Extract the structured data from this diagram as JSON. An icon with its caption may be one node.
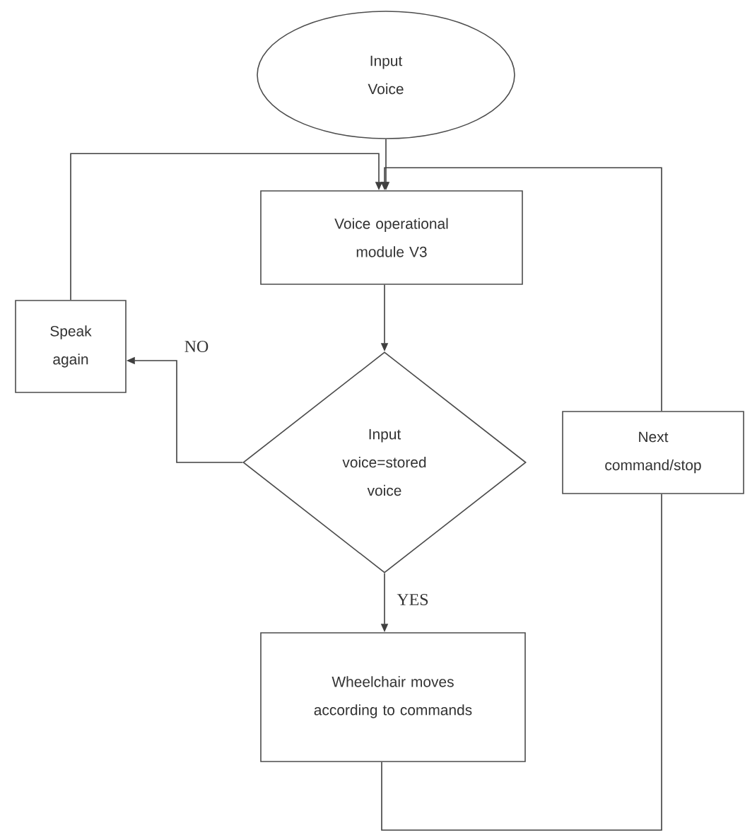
{
  "diagram": {
    "nodes": [
      {
        "text": [
          "Input Voice"
        ]
      },
      {
        "text": [
          "Voice operational module V3"
        ]
      },
      {
        "text": [
          "Speak again"
        ]
      },
      {
        "text": [
          "Input voice=stored voice"
        ]
      },
      {
        "text": [
          "Wheelchair moves according to commands"
        ]
      },
      {
        "text": [
          "Next command/stop"
        ]
      }
    ],
    "edges": [
      {
        "from": 0,
        "to": 1,
        "arrow": "to"
      },
      {
        "from": 1,
        "to": 3,
        "arrow": "to"
      },
      {
        "from": 3,
        "to": 2,
        "arrow": "to",
        "label": "NO"
      },
      {
        "from": 3,
        "to": 4,
        "arrow": "to",
        "label": "YES"
      },
      {
        "from": 2,
        "to": 1,
        "arrow": "to"
      },
      {
        "from": 4,
        "to": 5,
        "arrow": "none"
      },
      {
        "from": 5,
        "to": 1,
        "arrow": "to"
      }
    ]
  }
}
